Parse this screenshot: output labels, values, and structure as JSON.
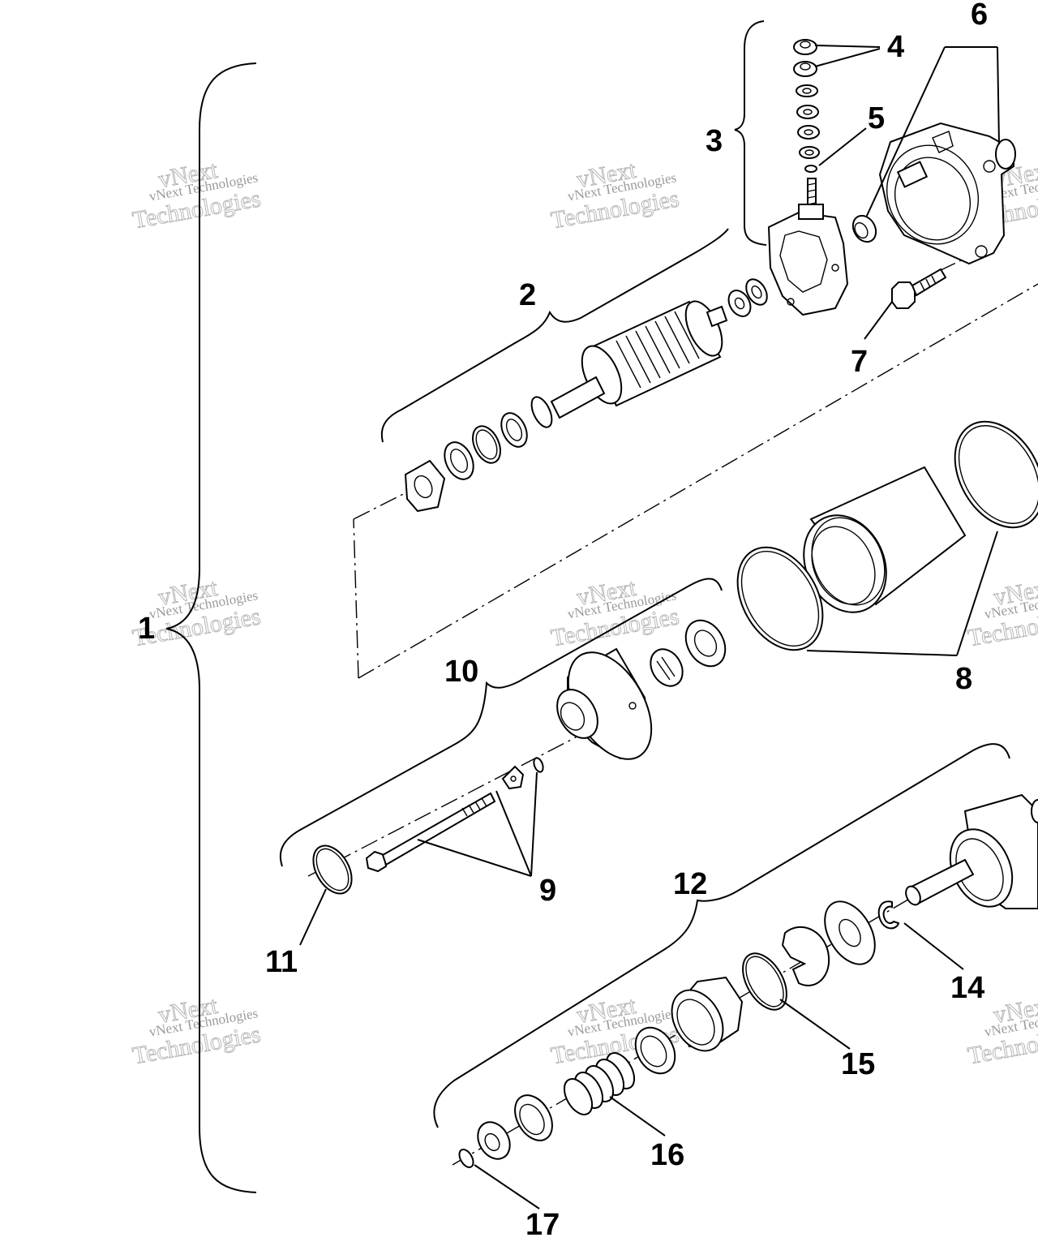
{
  "callouts": [
    {
      "id": "c1",
      "text": "1"
    },
    {
      "id": "c2",
      "text": "2"
    },
    {
      "id": "c3",
      "text": "3"
    },
    {
      "id": "c4",
      "text": "4"
    },
    {
      "id": "c5",
      "text": "5"
    },
    {
      "id": "c6",
      "text": "6"
    },
    {
      "id": "c7",
      "text": "7"
    },
    {
      "id": "c8",
      "text": "8"
    },
    {
      "id": "c9",
      "text": "9"
    },
    {
      "id": "c10",
      "text": "10"
    },
    {
      "id": "c11",
      "text": "11"
    },
    {
      "id": "c12",
      "text": "12"
    },
    {
      "id": "c14",
      "text": "14"
    },
    {
      "id": "c15",
      "text": "15"
    },
    {
      "id": "c16",
      "text": "16"
    },
    {
      "id": "c17",
      "text": "17"
    }
  ],
  "watermark": {
    "small": "vNext Technologies",
    "large_top": "vNext",
    "large_bottom": "Technologies"
  }
}
